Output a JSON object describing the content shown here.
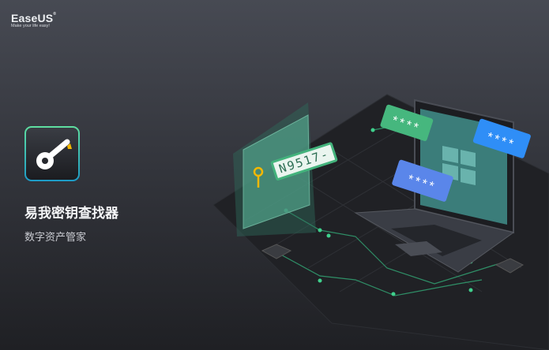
{
  "brand": {
    "name": "EaseUS",
    "registered": "®",
    "tagline": "Make your life easy!"
  },
  "app": {
    "title": "易我密钥查找器",
    "subtitle": "数字资产管家",
    "icon": "key-icon"
  },
  "illustration": {
    "license_key": "N9517-",
    "masked_1": "****",
    "masked_2": "****",
    "masked_3": "****",
    "accent_green": "#4fc98a",
    "accent_blue": "#3d8af7"
  }
}
